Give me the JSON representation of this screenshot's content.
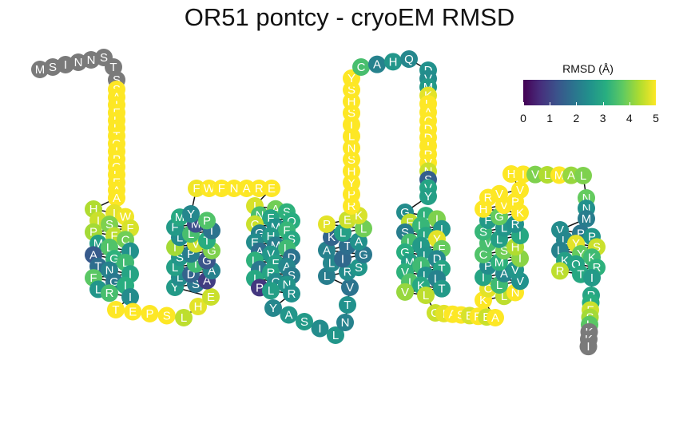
{
  "title": "OR51 pontcy - cryoEM RMSD",
  "legend": {
    "title": "RMSD (Å)",
    "ticks": [
      "0",
      "1",
      "2",
      "3",
      "4",
      "5"
    ],
    "range": [
      0,
      5
    ],
    "colormap": [
      "#440154",
      "#472d7b",
      "#3b528b",
      "#2c728e",
      "#21918c",
      "#28ae80",
      "#5ec962",
      "#addc30",
      "#fde725"
    ],
    "missing_color": "#7a7a7a"
  },
  "residues": [
    {
      "aa": "M",
      "rmsd": null
    },
    {
      "aa": "S",
      "rmsd": null
    },
    {
      "aa": "I",
      "rmsd": null
    },
    {
      "aa": "N",
      "rmsd": null
    },
    {
      "aa": "N",
      "rmsd": null
    },
    {
      "aa": "S",
      "rmsd": null
    },
    {
      "aa": "T",
      "rmsd": null
    },
    {
      "aa": "S",
      "rmsd": null
    },
    {
      "aa": "S",
      "rmsd": 5
    },
    {
      "aa": "A",
      "rmsd": 5
    },
    {
      "aa": "I",
      "rmsd": 5
    },
    {
      "aa": "F",
      "rmsd": 5
    },
    {
      "aa": "L",
      "rmsd": 5
    },
    {
      "aa": "L",
      "rmsd": 5
    },
    {
      "aa": "T",
      "rmsd": 5
    },
    {
      "aa": "G",
      "rmsd": 5
    },
    {
      "aa": "I",
      "rmsd": 5
    },
    {
      "aa": "P",
      "rmsd": 5
    },
    {
      "aa": "G",
      "rmsd": 5
    },
    {
      "aa": "L",
      "rmsd": 5
    },
    {
      "aa": "E",
      "rmsd": 5
    },
    {
      "aa": "A",
      "rmsd": 5
    },
    {
      "aa": "A",
      "rmsd": 5
    },
    {
      "aa": "H",
      "rmsd": 4.4
    },
    {
      "aa": "I",
      "rmsd": 4.8
    },
    {
      "aa": "W",
      "rmsd": 4.9
    },
    {
      "aa": "I",
      "rmsd": 4.6
    },
    {
      "aa": "S",
      "rmsd": 4.0
    },
    {
      "aa": "F",
      "rmsd": 4.7
    },
    {
      "aa": "P",
      "rmsd": 4.3
    },
    {
      "aa": "F",
      "rmsd": 4.5
    },
    {
      "aa": "C",
      "rmsd": 3.9
    },
    {
      "aa": "M",
      "rmsd": 2.8
    },
    {
      "aa": "L",
      "rmsd": 3.6
    },
    {
      "aa": "I",
      "rmsd": 2.5
    },
    {
      "aa": "A",
      "rmsd": 1.4
    },
    {
      "aa": "G",
      "rmsd": 3.2
    },
    {
      "aa": "L",
      "rmsd": 3.4
    },
    {
      "aa": "T",
      "rmsd": 1.8
    },
    {
      "aa": "N",
      "rmsd": 2.2
    },
    {
      "aa": "I",
      "rmsd": 2.9
    },
    {
      "aa": "F",
      "rmsd": 3.7
    },
    {
      "aa": "G",
      "rmsd": 2.0
    },
    {
      "aa": "I",
      "rmsd": 3.1
    },
    {
      "aa": "L",
      "rmsd": 2.6
    },
    {
      "aa": "R",
      "rmsd": 3.5
    },
    {
      "aa": "I",
      "rmsd": 2.4
    },
    {
      "aa": "T",
      "rmsd": 5
    },
    {
      "aa": "E",
      "rmsd": 5
    },
    {
      "aa": "P",
      "rmsd": 5
    },
    {
      "aa": "S",
      "rmsd": 5
    },
    {
      "aa": "L",
      "rmsd": 4.5
    },
    {
      "aa": "H",
      "rmsd": 4.8
    },
    {
      "aa": "E",
      "rmsd": 4.6
    },
    {
      "aa": "Y",
      "rmsd": 2.7
    },
    {
      "aa": "S",
      "rmsd": 2.0
    },
    {
      "aa": "A",
      "rmsd": 0.9
    },
    {
      "aa": "L",
      "rmsd": 2.4
    },
    {
      "aa": "D",
      "rmsd": 1.6
    },
    {
      "aa": "A",
      "rmsd": 2.2
    },
    {
      "aa": "L",
      "rmsd": 2.8
    },
    {
      "aa": "T",
      "rmsd": 3.4
    },
    {
      "aa": "G",
      "rmsd": 1.3
    },
    {
      "aa": "S",
      "rmsd": 2.6
    },
    {
      "aa": "P",
      "rmsd": 2.1
    },
    {
      "aa": "G",
      "rmsd": 4.0
    },
    {
      "aa": "I",
      "rmsd": 4.3
    },
    {
      "aa": "V",
      "rmsd": 4.6
    },
    {
      "aa": "T",
      "rmsd": 3.1
    },
    {
      "aa": "L",
      "rmsd": 2.4
    },
    {
      "aa": "L",
      "rmsd": 3.5
    },
    {
      "aa": "I",
      "rmsd": 1.9
    },
    {
      "aa": "F",
      "rmsd": 2.7
    },
    {
      "aa": "M",
      "rmsd": 1.2
    },
    {
      "aa": "P",
      "rmsd": 3.6
    },
    {
      "aa": "M",
      "rmsd": 3.0
    },
    {
      "aa": "Y",
      "rmsd": 2.3
    },
    {
      "aa": "F",
      "rmsd": 4.9
    },
    {
      "aa": "W",
      "rmsd": 5
    },
    {
      "aa": "F",
      "rmsd": 5
    },
    {
      "aa": "N",
      "rmsd": 5
    },
    {
      "aa": "A",
      "rmsd": 5
    },
    {
      "aa": "R",
      "rmsd": 5
    },
    {
      "aa": "E",
      "rmsd": 5
    },
    {
      "aa": "I",
      "rmsd": 4.7
    },
    {
      "aa": "A",
      "rmsd": 3.9
    },
    {
      "aa": "S",
      "rmsd": 3.2
    },
    {
      "aa": "N",
      "rmsd": 3.5
    },
    {
      "aa": "F",
      "rmsd": 2.9
    },
    {
      "aa": "Q",
      "rmsd": 3.1
    },
    {
      "aa": "C",
      "rmsd": 4.6
    },
    {
      "aa": "M",
      "rmsd": 2.5
    },
    {
      "aa": "F",
      "rmsd": 3.3
    },
    {
      "aa": "G",
      "rmsd": 2.2
    },
    {
      "aa": "H",
      "rmsd": 2.7
    },
    {
      "aa": "S",
      "rmsd": 3.0
    },
    {
      "aa": "E",
      "rmsd": 2.4
    },
    {
      "aa": "M",
      "rmsd": 2.1
    },
    {
      "aa": "L",
      "rmsd": 3.4
    },
    {
      "aa": "A",
      "rmsd": 1.8
    },
    {
      "aa": "V",
      "rmsd": 2.6
    },
    {
      "aa": "D",
      "rmsd": 1.9
    },
    {
      "aa": "L",
      "rmsd": 3.2
    },
    {
      "aa": "F",
      "rmsd": 2.8
    },
    {
      "aa": "A",
      "rmsd": 2.3
    },
    {
      "aa": "I",
      "rmsd": 2.0
    },
    {
      "aa": "R",
      "rmsd": 2.9
    },
    {
      "aa": "S",
      "rmsd": 2.1
    },
    {
      "aa": "I",
      "rmsd": 3.0
    },
    {
      "aa": "C",
      "rmsd": 2.4
    },
    {
      "aa": "N",
      "rmsd": 2.6
    },
    {
      "aa": "P",
      "rmsd": 0.8
    },
    {
      "aa": "L",
      "rmsd": 2.8
    },
    {
      "aa": "R",
      "rmsd": 2.5
    },
    {
      "aa": "Y",
      "rmsd": 2.3
    },
    {
      "aa": "A",
      "rmsd": 2.6
    },
    {
      "aa": "S",
      "rmsd": 2.7
    },
    {
      "aa": "I",
      "rmsd": 2.4
    },
    {
      "aa": "L",
      "rmsd": 2.6
    },
    {
      "aa": "N",
      "rmsd": 2.2
    },
    {
      "aa": "T",
      "rmsd": 2.5
    },
    {
      "aa": "V",
      "rmsd": 1.9
    },
    {
      "aa": "L",
      "rmsd": 2.1
    },
    {
      "aa": "R",
      "rmsd": 2.4
    },
    {
      "aa": "S",
      "rmsd": 2.6
    },
    {
      "aa": "L",
      "rmsd": 2.3
    },
    {
      "aa": "I",
      "rmsd": 1.7
    },
    {
      "aa": "G",
      "rmsd": 2.0
    },
    {
      "aa": "A",
      "rmsd": 2.2
    },
    {
      "aa": "T",
      "rmsd": 1.8
    },
    {
      "aa": "A",
      "rmsd": 2.5
    },
    {
      "aa": "K",
      "rmsd": 1.6
    },
    {
      "aa": "L",
      "rmsd": 2.8
    },
    {
      "aa": "L",
      "rmsd": 3.9
    },
    {
      "aa": "P",
      "rmsd": 4.8
    },
    {
      "aa": "E",
      "rmsd": 4.6
    },
    {
      "aa": "K",
      "rmsd": 4.7
    },
    {
      "aa": "R",
      "rmsd": 5
    },
    {
      "aa": "P",
      "rmsd": 5
    },
    {
      "aa": "Y",
      "rmsd": 5
    },
    {
      "aa": "H",
      "rmsd": 5
    },
    {
      "aa": "S",
      "rmsd": 5
    },
    {
      "aa": "N",
      "rmsd": 5
    },
    {
      "aa": "L",
      "rmsd": 5
    },
    {
      "aa": "I",
      "rmsd": 5
    },
    {
      "aa": "S",
      "rmsd": 5
    },
    {
      "aa": "H",
      "rmsd": 5
    },
    {
      "aa": "S",
      "rmsd": 5
    },
    {
      "aa": "Y",
      "rmsd": 5
    },
    {
      "aa": "C",
      "rmsd": 3.5
    },
    {
      "aa": "A",
      "rmsd": 2.2
    },
    {
      "aa": "H",
      "rmsd": 2.6
    },
    {
      "aa": "Q",
      "rmsd": 2.3
    },
    {
      "aa": "D",
      "rmsd": 2.5
    },
    {
      "aa": "V",
      "rmsd": 2.4
    },
    {
      "aa": "M",
      "rmsd": 2.7
    },
    {
      "aa": "K",
      "rmsd": 4.8
    },
    {
      "aa": "L",
      "rmsd": 5
    },
    {
      "aa": "A",
      "rmsd": 5
    },
    {
      "aa": "C",
      "rmsd": 5
    },
    {
      "aa": "D",
      "rmsd": 5
    },
    {
      "aa": "D",
      "rmsd": 5
    },
    {
      "aa": "I",
      "rmsd": 5
    },
    {
      "aa": "R",
      "rmsd": 5
    },
    {
      "aa": "V",
      "rmsd": 5
    },
    {
      "aa": "N",
      "rmsd": 4.6
    },
    {
      "aa": "S",
      "rmsd": 1.5
    },
    {
      "aa": "V",
      "rmsd": 2.9
    },
    {
      "aa": "Y",
      "rmsd": 2.8
    },
    {
      "aa": "G",
      "rmsd": 2.4
    },
    {
      "aa": "L",
      "rmsd": 3.2
    },
    {
      "aa": "I",
      "rmsd": 4.0
    },
    {
      "aa": "F",
      "rmsd": 4.5
    },
    {
      "aa": "L",
      "rmsd": 3.3
    },
    {
      "aa": "I",
      "rmsd": 2.6
    },
    {
      "aa": "S",
      "rmsd": 2.1
    },
    {
      "aa": "L",
      "rmsd": 3.0
    },
    {
      "aa": "Y",
      "rmsd": 4.8
    },
    {
      "aa": "L",
      "rmsd": 3.5
    },
    {
      "aa": "I",
      "rmsd": 2.7
    },
    {
      "aa": "F",
      "rmsd": 3.8
    },
    {
      "aa": "G",
      "rmsd": 3.1
    },
    {
      "aa": "L",
      "rmsd": 2.6
    },
    {
      "aa": "D",
      "rmsd": 2.3
    },
    {
      "aa": "M",
      "rmsd": 2.8
    },
    {
      "aa": "I",
      "rmsd": 3.4
    },
    {
      "aa": "T",
      "rmsd": 2.9
    },
    {
      "aa": "V",
      "rmsd": 3.2
    },
    {
      "aa": "L",
      "rmsd": 2.5
    },
    {
      "aa": "L",
      "rmsd": 2.2
    },
    {
      "aa": "I",
      "rmsd": 3.6
    },
    {
      "aa": "K",
      "rmsd": 3.0
    },
    {
      "aa": "T",
      "rmsd": 2.7
    },
    {
      "aa": "V",
      "rmsd": 4.2
    },
    {
      "aa": "L",
      "rmsd": 4.5
    },
    {
      "aa": "G",
      "rmsd": 4.6
    },
    {
      "aa": "I",
      "rmsd": 4.8
    },
    {
      "aa": "A",
      "rmsd": 5
    },
    {
      "aa": "S",
      "rmsd": 5
    },
    {
      "aa": "E",
      "rmsd": 4.7
    },
    {
      "aa": "R",
      "rmsd": 5
    },
    {
      "aa": "E",
      "rmsd": 4.6
    },
    {
      "aa": "A",
      "rmsd": 5
    },
    {
      "aa": "K",
      "rmsd": 5
    },
    {
      "aa": "L",
      "rmsd": 4.5
    },
    {
      "aa": "N",
      "rmsd": 5
    },
    {
      "aa": "C",
      "rmsd": 4.8
    },
    {
      "aa": "L",
      "rmsd": 3.4
    },
    {
      "aa": "V",
      "rmsd": 2.5
    },
    {
      "aa": "I",
      "rmsd": 2.9
    },
    {
      "aa": "A",
      "rmsd": 2.3
    },
    {
      "aa": "V",
      "rmsd": 2.6
    },
    {
      "aa": "P",
      "rmsd": 2.4
    },
    {
      "aa": "M",
      "rmsd": 3.2
    },
    {
      "aa": "I",
      "rmsd": 4.1
    },
    {
      "aa": "C",
      "rmsd": 3.6
    },
    {
      "aa": "S",
      "rmsd": 3.9
    },
    {
      "aa": "H",
      "rmsd": 4.4
    },
    {
      "aa": "V",
      "rmsd": 3.5
    },
    {
      "aa": "L",
      "rmsd": 2.8
    },
    {
      "aa": "I",
      "rmsd": 3.0
    },
    {
      "aa": "S",
      "rmsd": 3.3
    },
    {
      "aa": "L",
      "rmsd": 2.6
    },
    {
      "aa": "R",
      "rmsd": 2.5
    },
    {
      "aa": "F",
      "rmsd": 2.7
    },
    {
      "aa": "G",
      "rmsd": 3.8
    },
    {
      "aa": "K",
      "rmsd": 5
    },
    {
      "aa": "H",
      "rmsd": 5
    },
    {
      "aa": "V",
      "rmsd": 5
    },
    {
      "aa": "P",
      "rmsd": 5
    },
    {
      "aa": "R",
      "rmsd": 5
    },
    {
      "aa": "V",
      "rmsd": 5
    },
    {
      "aa": "V",
      "rmsd": 5
    },
    {
      "aa": "H",
      "rmsd": 5
    },
    {
      "aa": "I",
      "rmsd": 5
    },
    {
      "aa": "V",
      "rmsd": 4.0
    },
    {
      "aa": "L",
      "rmsd": 4.4
    },
    {
      "aa": "M",
      "rmsd": 5
    },
    {
      "aa": "A",
      "rmsd": 4.2
    },
    {
      "aa": "L",
      "rmsd": 4.0
    },
    {
      "aa": "N",
      "rmsd": 3.8
    },
    {
      "aa": "N",
      "rmsd": 2.5
    },
    {
      "aa": "M",
      "rmsd": 2.1
    },
    {
      "aa": "V",
      "rmsd": 2.4
    },
    {
      "aa": "P",
      "rmsd": 2.0
    },
    {
      "aa": "P",
      "rmsd": 2.6
    },
    {
      "aa": "L",
      "rmsd": 2.3
    },
    {
      "aa": "Y",
      "rmsd": 4.8
    },
    {
      "aa": "S",
      "rmsd": 4.6
    },
    {
      "aa": "L",
      "rmsd": 2.2
    },
    {
      "aa": "Y",
      "rmsd": 3.8
    },
    {
      "aa": "K",
      "rmsd": 3.4
    },
    {
      "aa": "K",
      "rmsd": 2.8
    },
    {
      "aa": "Q",
      "rmsd": 2.9
    },
    {
      "aa": "R",
      "rmsd": 3.2
    },
    {
      "aa": "R",
      "rmsd": 4.5
    },
    {
      "aa": "T",
      "rmsd": 3.0
    },
    {
      "aa": "I",
      "rmsd": 2.7
    },
    {
      "aa": "R",
      "rmsd": 2.9
    },
    {
      "aa": "I",
      "rmsd": 3.1
    },
    {
      "aa": "F",
      "rmsd": 4.6
    },
    {
      "aa": "S",
      "rmsd": 4.3
    },
    {
      "aa": "L",
      "rmsd": 3.7
    },
    {
      "aa": "K",
      "rmsd": null
    },
    {
      "aa": "K",
      "rmsd": null
    },
    {
      "aa": "I",
      "rmsd": null
    }
  ]
}
